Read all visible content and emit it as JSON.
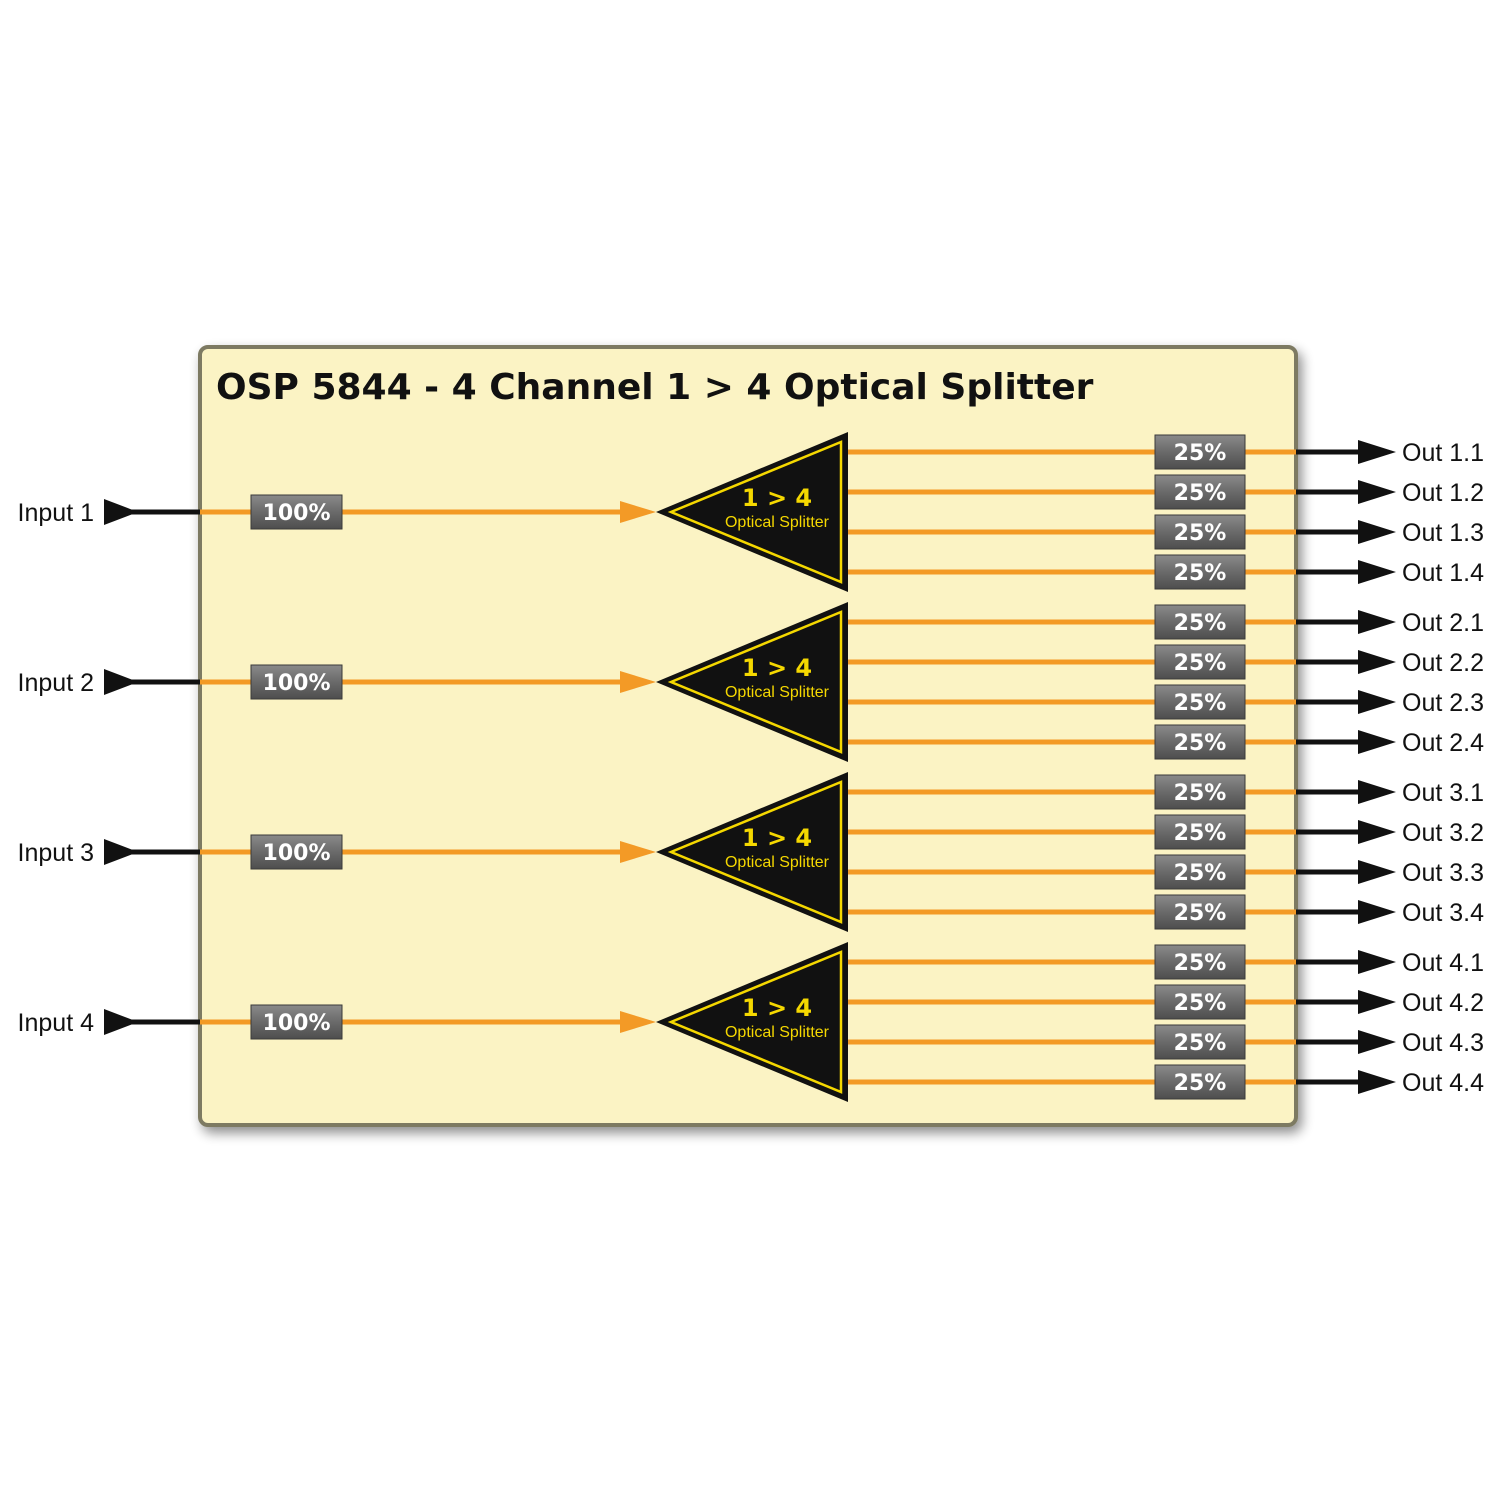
{
  "title": "OSP 5844 - 4 Channel 1 > 4 Optical Splitter",
  "colors": {
    "panel": "#fbf3c4",
    "fiber": "#f39a26",
    "wire": "#111111",
    "badge": "#6e6e6e",
    "splitter": "#111111",
    "splitter_text": "#f5d800"
  },
  "channels": [
    {
      "input_label": "Input 1",
      "input_level": "100%",
      "splitter": {
        "ratio": "1 > 4",
        "name": "Optical Splitter"
      },
      "outputs": [
        {
          "level": "25%",
          "label": "Out 1.1"
        },
        {
          "level": "25%",
          "label": "Out 1.2"
        },
        {
          "level": "25%",
          "label": "Out 1.3"
        },
        {
          "level": "25%",
          "label": "Out 1.4"
        }
      ]
    },
    {
      "input_label": "Input 2",
      "input_level": "100%",
      "splitter": {
        "ratio": "1 > 4",
        "name": "Optical Splitter"
      },
      "outputs": [
        {
          "level": "25%",
          "label": "Out 2.1"
        },
        {
          "level": "25%",
          "label": "Out 2.2"
        },
        {
          "level": "25%",
          "label": "Out 2.3"
        },
        {
          "level": "25%",
          "label": "Out 2.4"
        }
      ]
    },
    {
      "input_label": "Input 3",
      "input_level": "100%",
      "splitter": {
        "ratio": "1 > 4",
        "name": "Optical Splitter"
      },
      "outputs": [
        {
          "level": "25%",
          "label": "Out 3.1"
        },
        {
          "level": "25%",
          "label": "Out 3.2"
        },
        {
          "level": "25%",
          "label": "Out 3.3"
        },
        {
          "level": "25%",
          "label": "Out 3.4"
        }
      ]
    },
    {
      "input_label": "Input 4",
      "input_level": "100%",
      "splitter": {
        "ratio": "1 > 4",
        "name": "Optical Splitter"
      },
      "outputs": [
        {
          "level": "25%",
          "label": "Out 4.1"
        },
        {
          "level": "25%",
          "label": "Out 4.2"
        },
        {
          "level": "25%",
          "label": "Out 4.3"
        },
        {
          "level": "25%",
          "label": "Out 4.4"
        }
      ]
    }
  ]
}
